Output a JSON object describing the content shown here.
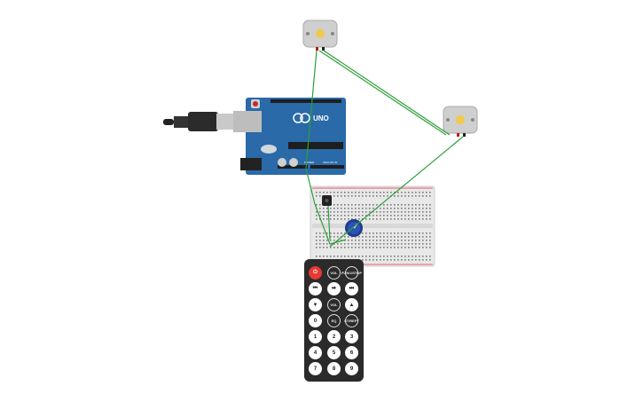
{
  "colors": {
    "wire": "#2e9e3a",
    "arduino": "#2a6aa8",
    "breadboard": "#e8e8e8",
    "remote": "#2b2b2b",
    "power_button": "#e53935"
  },
  "arduino": {
    "logo_text": "UNO",
    "power_label": "POWER",
    "analog_label": "ANALOG IN"
  },
  "remote": {
    "rows": [
      [
        {
          "label": "⏻",
          "kind": "power",
          "icon": "power-icon"
        },
        {
          "label": "VOL",
          "kind": "dark"
        },
        {
          "label": "FUNC/STOP",
          "kind": "dark"
        }
      ],
      [
        {
          "label": "⏮",
          "kind": "glyph",
          "icon": "rewind-icon"
        },
        {
          "label": "⏯",
          "kind": "glyph",
          "icon": "play-pause-icon"
        },
        {
          "label": "⏭",
          "kind": "glyph",
          "icon": "fast-forward-icon"
        }
      ],
      [
        {
          "label": "▼",
          "kind": "glyph",
          "icon": "down-icon"
        },
        {
          "label": "VOL",
          "kind": "dark"
        },
        {
          "label": "▲",
          "kind": "glyph",
          "icon": "up-icon"
        }
      ],
      [
        {
          "label": "0",
          "kind": "num"
        },
        {
          "label": "EQ",
          "kind": "dark"
        },
        {
          "label": "ST/REPT",
          "kind": "dark"
        }
      ],
      [
        {
          "label": "1",
          "kind": "num"
        },
        {
          "label": "2",
          "kind": "num"
        },
        {
          "label": "3",
          "kind": "num"
        }
      ],
      [
        {
          "label": "4",
          "kind": "num"
        },
        {
          "label": "5",
          "kind": "num"
        },
        {
          "label": "6",
          "kind": "num"
        }
      ],
      [
        {
          "label": "7",
          "kind": "num"
        },
        {
          "label": "8",
          "kind": "num"
        },
        {
          "label": "9",
          "kind": "num"
        }
      ]
    ]
  }
}
